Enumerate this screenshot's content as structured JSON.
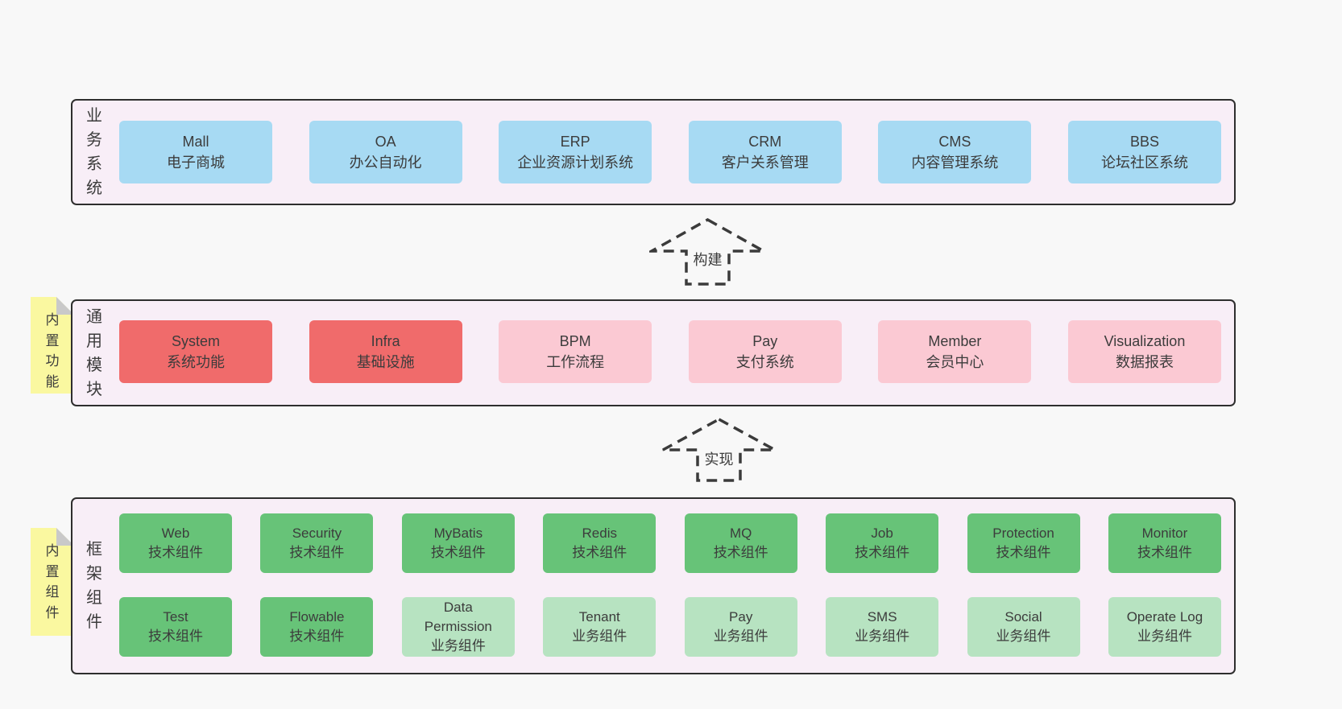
{
  "colors": {
    "page_bg": "#f8f8f8",
    "band_bg": "#f8eef7",
    "band_border": "#2e2e2e",
    "text": "#3c3c3c",
    "blue_box": "#a7daf3",
    "red_box": "#f06b6b",
    "pink_box": "#fbc9d3",
    "green_box": "#67c378",
    "light_green_box": "#b7e3c1",
    "sticky_bg": "#faf8a0",
    "sticky_fold": "#c9c9c9",
    "arrow_stroke": "#3b3b3b"
  },
  "bands": [
    {
      "label": "业务系统",
      "boxes": [
        {
          "title": "Mall",
          "subtitle": "电子商城",
          "variant": "blue"
        },
        {
          "title": "OA",
          "subtitle": "办公自动化",
          "variant": "blue"
        },
        {
          "title": "ERP",
          "subtitle": "企业资源计划系统",
          "variant": "blue"
        },
        {
          "title": "CRM",
          "subtitle": "客户关系管理",
          "variant": "blue"
        },
        {
          "title": "CMS",
          "subtitle": "内容管理系统",
          "variant": "blue"
        },
        {
          "title": "BBS",
          "subtitle": "论坛社区系统",
          "variant": "blue"
        }
      ]
    },
    {
      "label": "通用模块",
      "sticky": "内置功能",
      "boxes": [
        {
          "title": "System",
          "subtitle": "系统功能",
          "variant": "red"
        },
        {
          "title": "Infra",
          "subtitle": "基础设施",
          "variant": "red"
        },
        {
          "title": "BPM",
          "subtitle": "工作流程",
          "variant": "pink"
        },
        {
          "title": "Pay",
          "subtitle": "支付系统",
          "variant": "pink"
        },
        {
          "title": "Member",
          "subtitle": "会员中心",
          "variant": "pink"
        },
        {
          "title": "Visualization",
          "subtitle": "数据报表",
          "variant": "pink"
        }
      ]
    },
    {
      "label": "框架组件",
      "sticky": "内置组件",
      "rows": [
        [
          {
            "title": "Web",
            "subtitle": "技术组件",
            "variant": "green"
          },
          {
            "title": "Security",
            "subtitle": "技术组件",
            "variant": "green"
          },
          {
            "title": "MyBatis",
            "subtitle": "技术组件",
            "variant": "green"
          },
          {
            "title": "Redis",
            "subtitle": "技术组件",
            "variant": "green"
          },
          {
            "title": "MQ",
            "subtitle": "技术组件",
            "variant": "green"
          },
          {
            "title": "Job",
            "subtitle": "技术组件",
            "variant": "green"
          },
          {
            "title": "Protection",
            "subtitle": "技术组件",
            "variant": "green"
          },
          {
            "title": "Monitor",
            "subtitle": "技术组件",
            "variant": "green"
          }
        ],
        [
          {
            "title": "Test",
            "subtitle": "技术组件",
            "variant": "green"
          },
          {
            "title": "Flowable",
            "subtitle": "技术组件",
            "variant": "green"
          },
          {
            "title": "Data Permission",
            "subtitle": "业务组件",
            "variant": "lgreen"
          },
          {
            "title": "Tenant",
            "subtitle": "业务组件",
            "variant": "lgreen"
          },
          {
            "title": "Pay",
            "subtitle": "业务组件",
            "variant": "lgreen"
          },
          {
            "title": "SMS",
            "subtitle": "业务组件",
            "variant": "lgreen"
          },
          {
            "title": "Social",
            "subtitle": "业务组件",
            "variant": "lgreen"
          },
          {
            "title": "Operate Log",
            "subtitle": "业务组件",
            "variant": "lgreen"
          }
        ]
      ]
    }
  ],
  "arrows": [
    {
      "label": "构建"
    },
    {
      "label": "实现"
    }
  ]
}
